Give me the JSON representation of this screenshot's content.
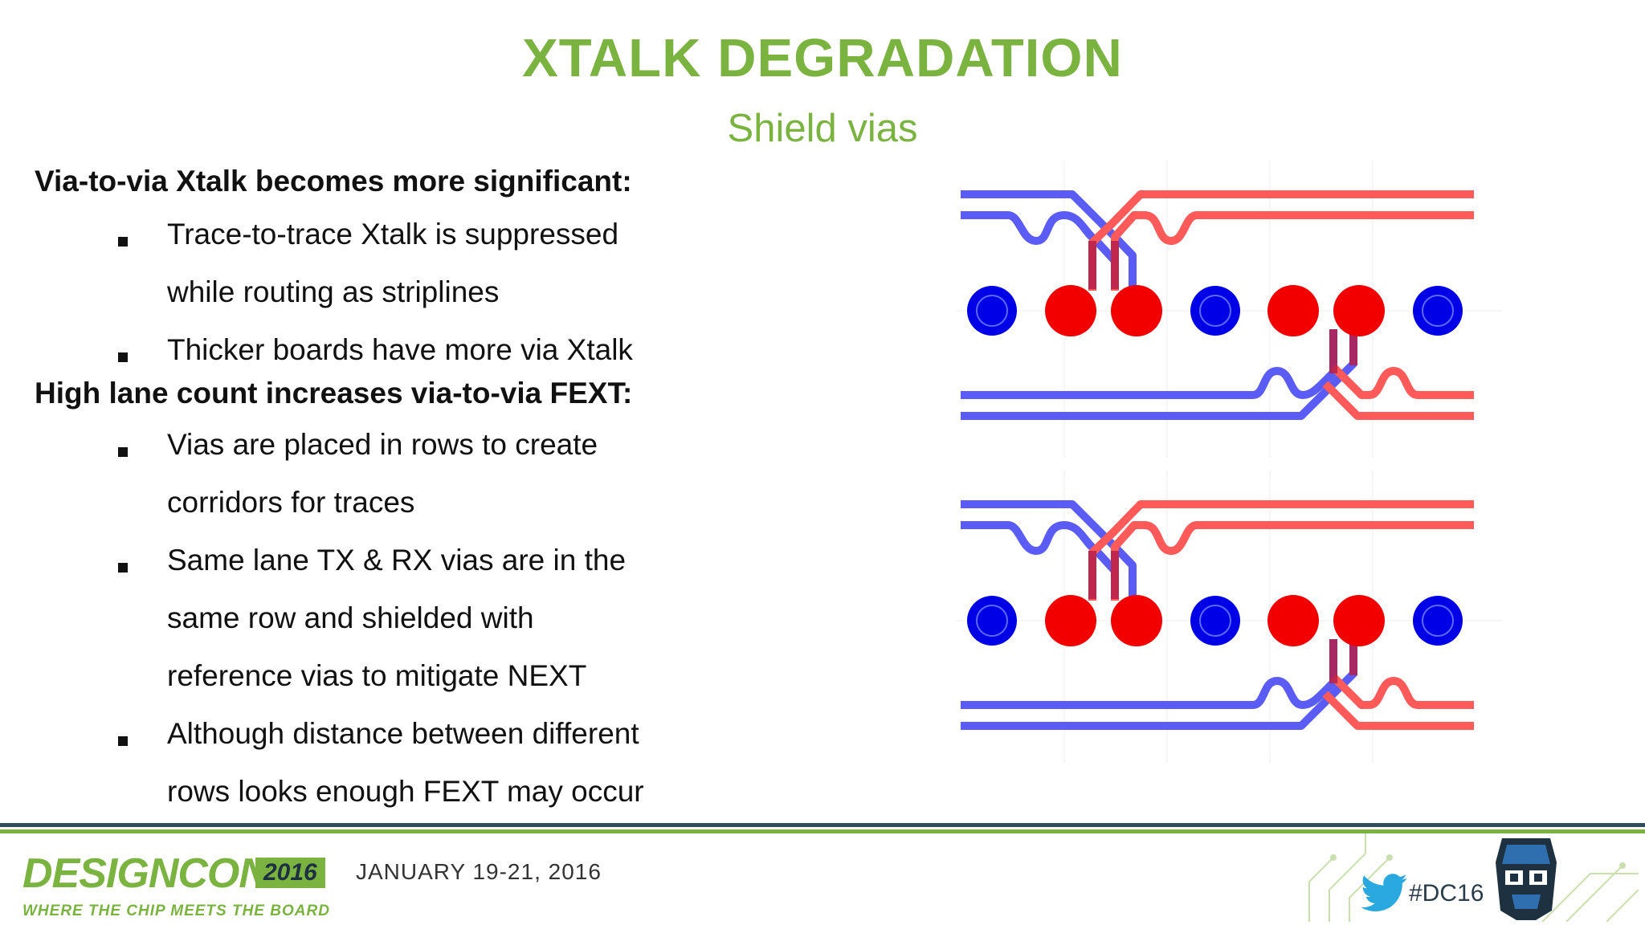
{
  "slide": {
    "title": "XTALK DEGRADATION",
    "subtitle": "Shield vias"
  },
  "content": {
    "heading1": "Via-to-via Xtalk becomes more significant:",
    "bullets1": [
      {
        "lines": [
          "Trace-to-trace Xtalk is suppressed",
          "while routing as striplines"
        ]
      },
      {
        "lines": [
          "Thicker boards have more via Xtalk"
        ]
      }
    ],
    "heading2": "High lane count increases via-to-via FEXT:",
    "bullets2": [
      {
        "lines": [
          "Vias are placed in rows to create",
          "corridors for traces"
        ]
      },
      {
        "lines": [
          "Same lane TX & RX vias are in the",
          "same row and shielded with",
          "reference vias to mitigate NEXT"
        ]
      },
      {
        "lines": [
          "Although distance between different",
          "rows looks enough FEXT may occur"
        ]
      }
    ]
  },
  "diagram": {
    "colors": {
      "signal_via": "#f20000",
      "ground_via": "#0000e6",
      "trace_blue": "#5b5bf5",
      "trace_red": "#ff5a5a",
      "crossing": "#b5204a"
    }
  },
  "footer": {
    "logo_text": "DESIGNCON",
    "logo_year": "2016",
    "tagline": "WHERE THE CHIP MEETS THE BOARD",
    "date": "JANUARY 19-21, 2016",
    "hashtag": "#DC16",
    "colors": {
      "green": "#7bb341",
      "dark": "#2f4d5a"
    }
  }
}
